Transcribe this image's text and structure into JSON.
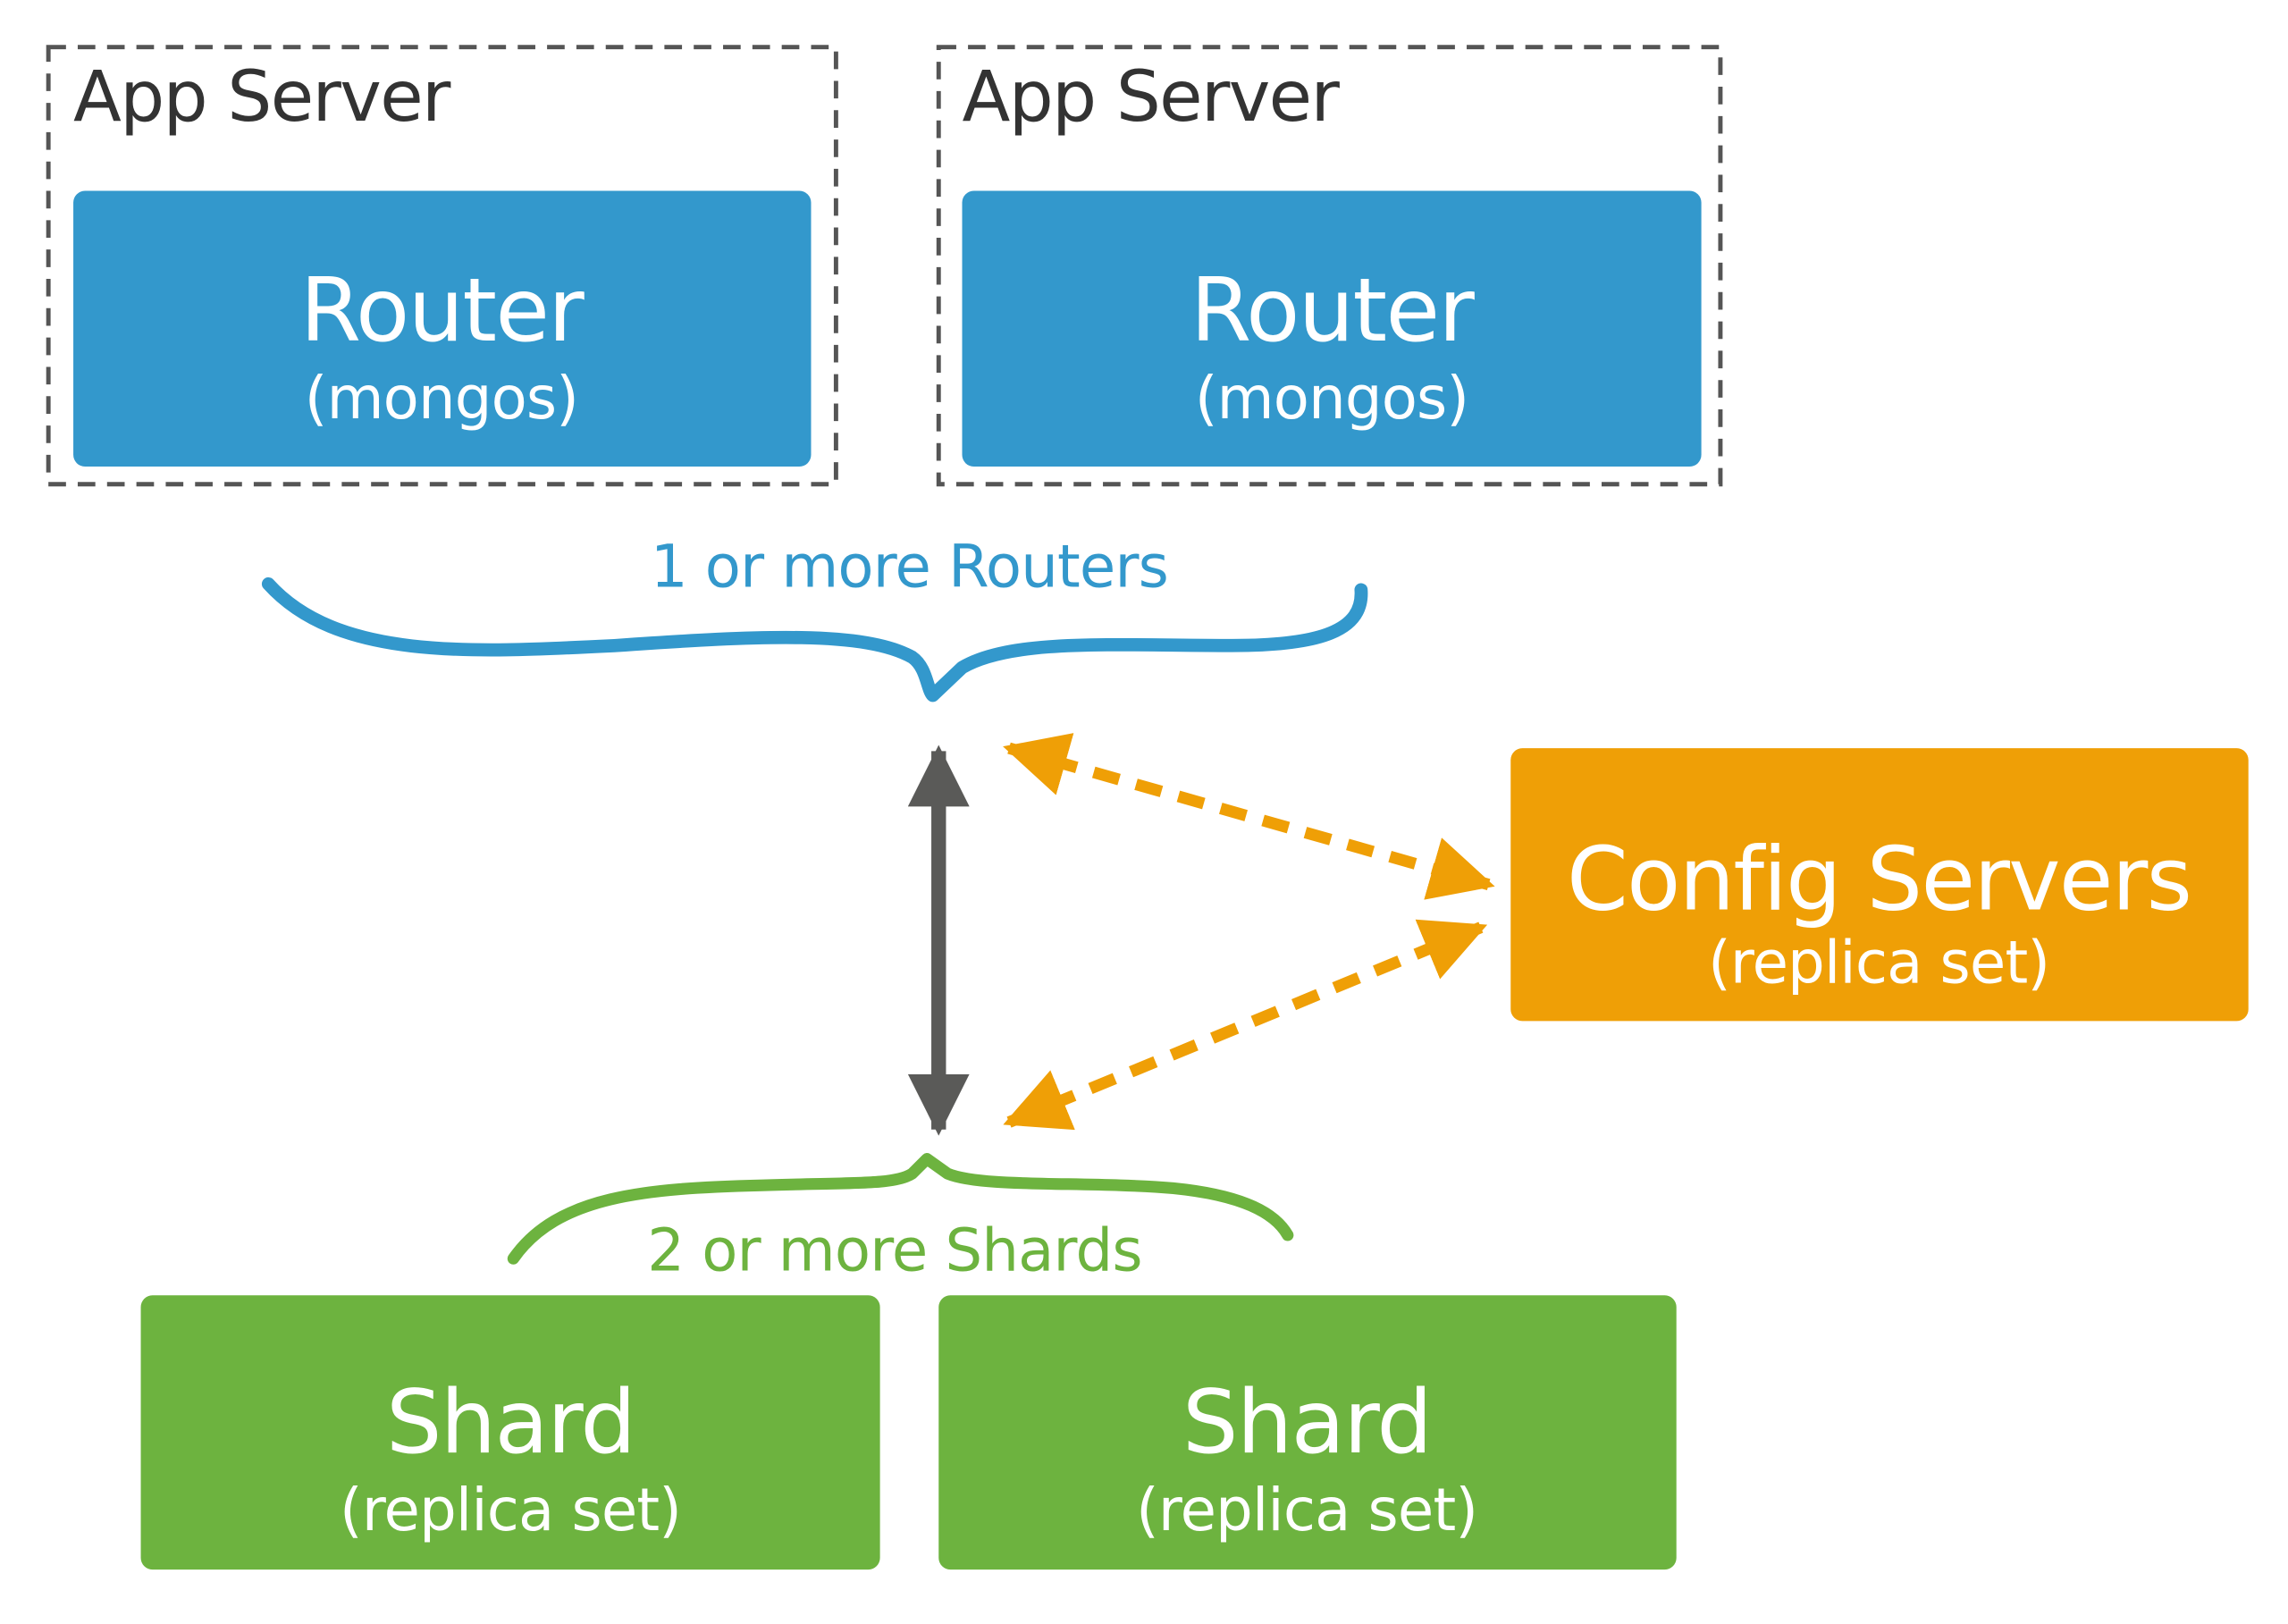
{
  "colors": {
    "router": "#3398cc",
    "config": "#ef9f06",
    "shard": "#6db33f",
    "app_border": "#555555",
    "arrow_dark": "#5a5a58",
    "arrow_config": "#ef9f06",
    "label_text": "#333333",
    "box_text": "#ffffff"
  },
  "app_servers": [
    {
      "label": "App Server",
      "router": {
        "title": "Router",
        "subtitle": "(mongos)"
      }
    },
    {
      "label": "App Server",
      "router": {
        "title": "Router",
        "subtitle": "(mongos)"
      }
    }
  ],
  "routers_brace_label": "1 or more Routers",
  "config_servers": {
    "title": "Config Servers",
    "subtitle": "(replica set)"
  },
  "shards_brace_label": "2 or more Shards",
  "shards": [
    {
      "title": "Shard",
      "subtitle": "(replica set)"
    },
    {
      "title": "Shard",
      "subtitle": "(replica set)"
    }
  ]
}
